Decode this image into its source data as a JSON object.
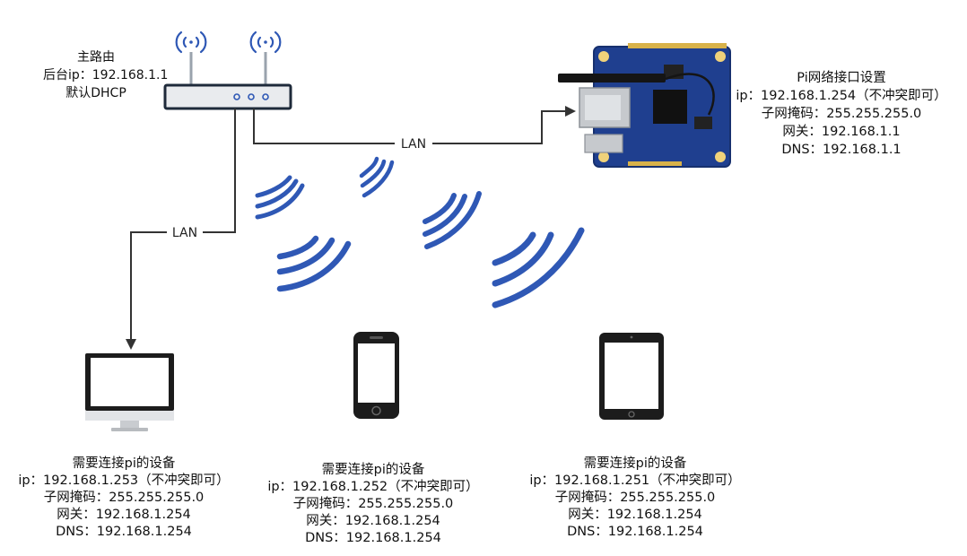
{
  "router": {
    "lines": [
      "主路由",
      "后台ip：192.168.1.1",
      "默认DHCP"
    ]
  },
  "pi": {
    "lines": [
      "Pi网络接口设置",
      "ip：192.168.1.254（不冲突即可）",
      "子网掩码：255.255.255.0",
      "网关：192.168.1.1",
      "DNS：192.168.1.1"
    ]
  },
  "links": {
    "router_pi": "LAN",
    "router_pc": "LAN"
  },
  "devices": [
    {
      "lines": [
        "需要连接pi的设备",
        "ip：192.168.1.253（不冲突即可）",
        "子网掩码：255.255.255.0",
        "网关：192.168.1.254",
        "DNS：192.168.1.254"
      ]
    },
    {
      "lines": [
        "需要连接pi的设备",
        "ip：192.168.1.252（不冲突即可）",
        "子网掩码：255.255.255.0",
        "网关：192.168.1.254",
        "DNS：192.168.1.254"
      ]
    },
    {
      "lines": [
        "需要连接pi的设备",
        "ip：192.168.1.251（不冲突即可）",
        "子网掩码：255.255.255.0",
        "网关：192.168.1.254",
        "DNS：192.168.1.254"
      ]
    }
  ],
  "colors": {
    "wifi": "#2f58b5",
    "wire": "#333333",
    "board": "#1f3f8f",
    "router_body": "#e9ebee",
    "router_border": "#1e2a3a"
  },
  "icons": [
    "wifi-signal-icon",
    "router-icon",
    "pi-board-icon",
    "monitor-icon",
    "phone-icon",
    "tablet-icon"
  ]
}
